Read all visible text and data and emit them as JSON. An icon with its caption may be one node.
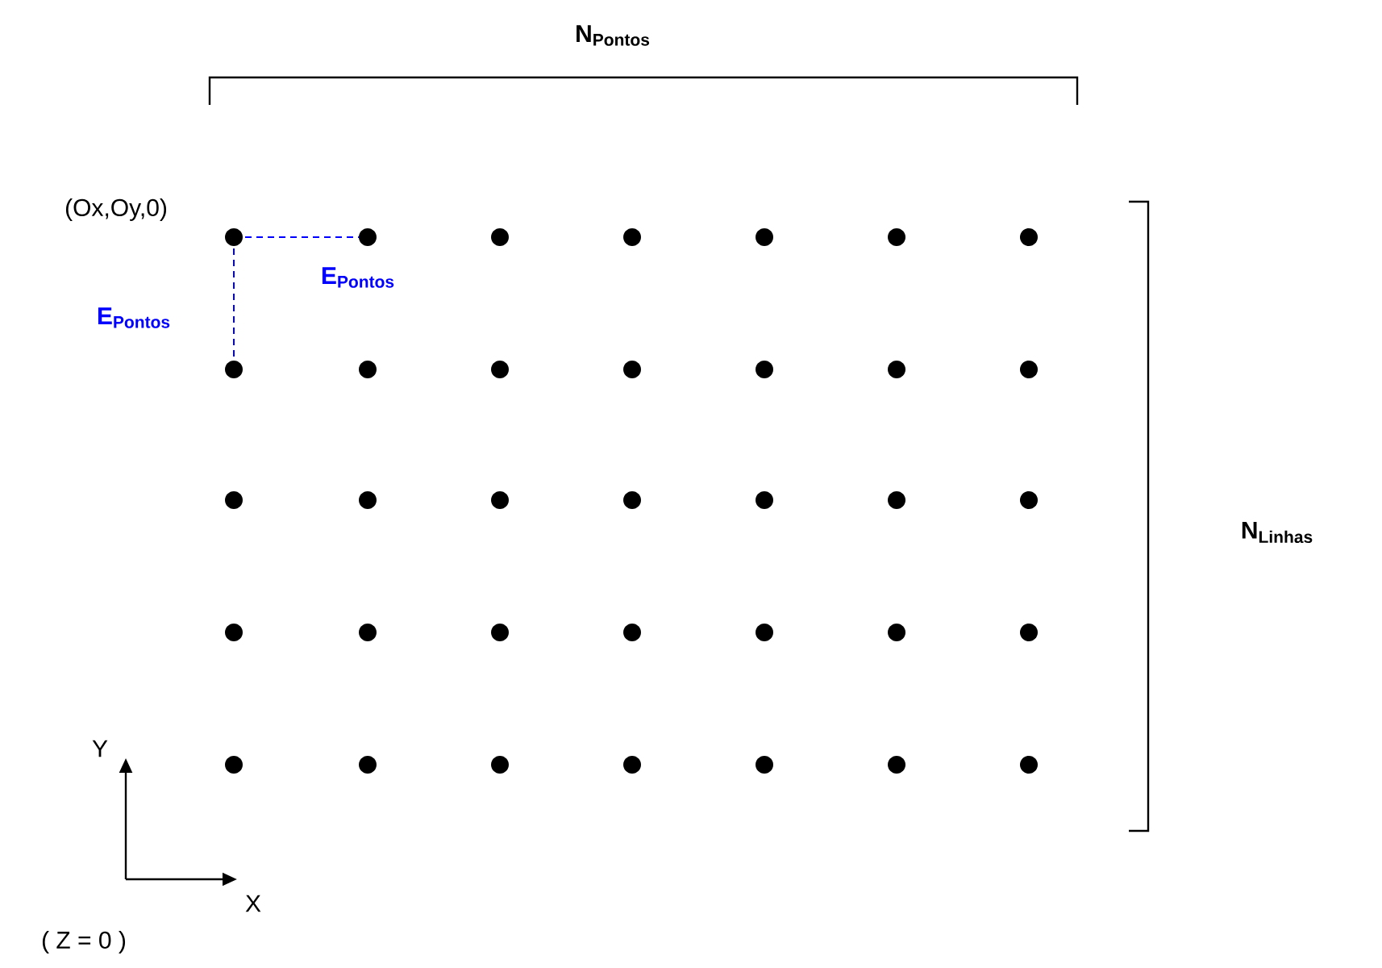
{
  "diagram": {
    "labels": [
      "N$_{Pontos}$",
      "(Ox,Oy,0)",
      "E$_{Pontos}$",
      "E$_{Pontos}$",
      "N$_{Linhas}$",
      "Y",
      "X",
      "( Z = 0 )"
    ]
  }
}
